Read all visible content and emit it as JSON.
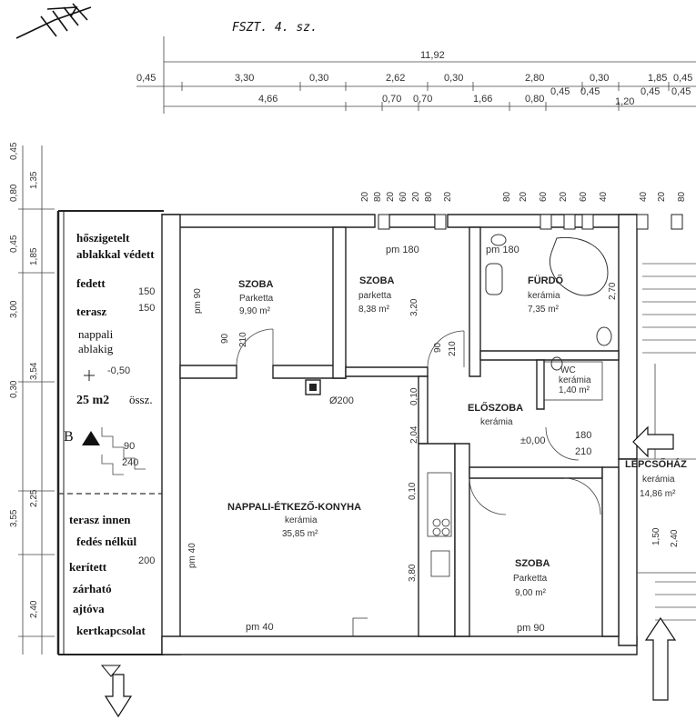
{
  "header": {
    "title": "FSZT. 4. sz."
  },
  "dimensions": {
    "total": "11,92",
    "row2": [
      "0,45",
      "3,30",
      "0,30",
      "2,62",
      "0,30",
      "2,80",
      "0,30",
      "1,85",
      "0,45"
    ],
    "row3": [
      "4,66",
      "0,70",
      "0,70",
      "1,66",
      "0,80",
      "0,45",
      "0,45",
      "1,20",
      "0,45",
      "0,45"
    ],
    "left_vertical": [
      "0,45",
      "0,80",
      "1,35",
      "0,45",
      "1,85",
      "3,00",
      "0,30",
      "3,54",
      "2,25",
      "3,55",
      "2,40"
    ],
    "openings_top": [
      "20",
      "80",
      "20",
      "60",
      "20",
      "80",
      "20",
      "80",
      "20",
      "60",
      "20",
      "60",
      "40",
      "40",
      "20",
      "80"
    ]
  },
  "rooms": {
    "szoba1": {
      "name": "SZOBA",
      "floor": "Parketta",
      "area": "9,90 m²",
      "door": "pm 90",
      "w1": "150",
      "w2": "150",
      "d1": "90",
      "d2": "210"
    },
    "szoba2": {
      "name": "SZOBA",
      "floor": "parketta",
      "area": "8,38 m²",
      "pm": "pm 180",
      "h": "3,20",
      "d1": "90",
      "d2": "210"
    },
    "furdo": {
      "name": "FÜRDŐ",
      "floor": "kerámia",
      "area": "7,35 m²",
      "pm": "pm 180",
      "h": "2,70"
    },
    "wc": {
      "name": "WC",
      "floor": "kerámia",
      "area": "1,40 m²"
    },
    "eloszoba": {
      "name": "ELŐSZOBA",
      "floor": "kerámia",
      "level": "±0,00",
      "d1": "180",
      "d2": "210",
      "h": "0,10",
      "h2": "2,04"
    },
    "nappali": {
      "name": "NAPPALI-ÉTKEZŐ-KONYHA",
      "floor": "kerámia",
      "area": "35,85 m²",
      "pm_left": "pm 40",
      "pm_bottom": "pm 40",
      "h": "3,80",
      "h2": "0,10",
      "chimney": "Ø200"
    },
    "szoba3": {
      "name": "SZOBA",
      "floor": "Parketta",
      "area": "9,00 m²",
      "pm": "pm 90"
    },
    "lepcsohaz": {
      "name": "LÉPCSŐHÁZ",
      "floor": "kerámia",
      "area": "14,86 m²",
      "d1": "1,50",
      "d2": "2,40"
    },
    "terrace_door": {
      "d1": "90",
      "d2": "240",
      "w": "200",
      "level": "-0,50"
    },
    "section_mark": "B"
  },
  "notes": {
    "terasz_upper": [
      "hőszigetelt",
      "ablakkal védett",
      "fedett",
      "terasz",
      "nappali",
      "ablakig"
    ],
    "area": "25 m2",
    "area_suffix": "össz.",
    "terasz_lower": [
      "terasz innen",
      "fedés nélkül",
      "kerített",
      "zárható",
      "ajtóva",
      "kertkapcsolat"
    ]
  }
}
